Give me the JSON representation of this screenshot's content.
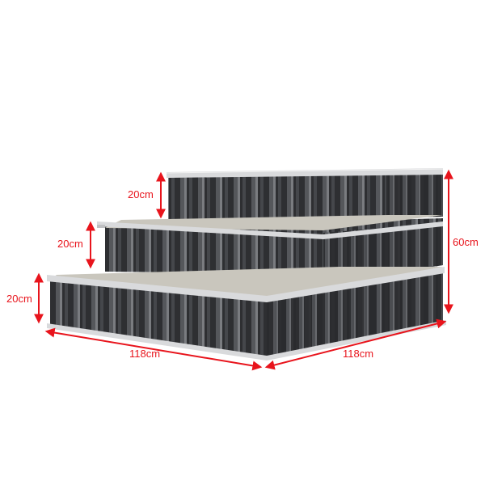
{
  "product": {
    "description": "Three-tier stepped raised garden bed, dark grey corrugated metal panels with silver frame rails",
    "panel_color": "#3a3b3e",
    "panel_highlight": "#6a6b6e",
    "rail_color": "#d9dadc",
    "interior_color": "#c9c6bd"
  },
  "annotations": {
    "color": "#e8141c",
    "tier_top_height": "20cm",
    "tier_middle_height": "20cm",
    "tier_bottom_height": "20cm",
    "total_height": "60cm",
    "length_left": "118cm",
    "length_right": "118cm"
  }
}
